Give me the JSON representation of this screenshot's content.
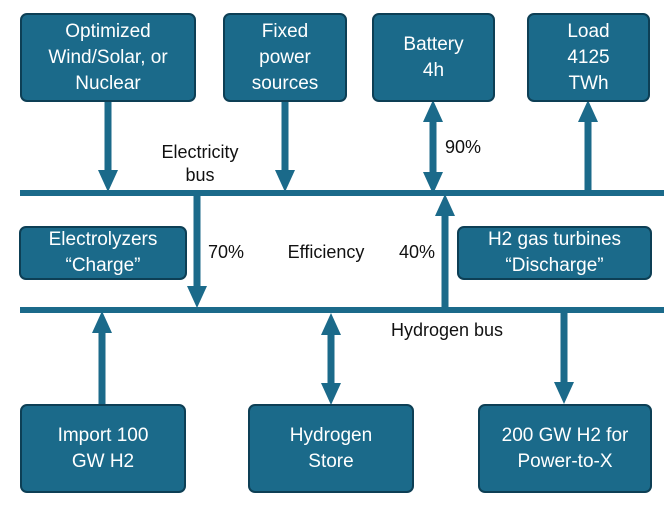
{
  "colors": {
    "box_fill": "#1b6a8a",
    "box_border": "#0d3f55",
    "line": "#1b6a8a",
    "text_dark": "#111111",
    "text_light": "#ffffff"
  },
  "sources": {
    "wind_solar_nuclear": "Optimized\nWind/Solar, or\nNuclear",
    "fixed_power": "Fixed\npower\nsources",
    "battery": "Battery\n4h",
    "load": "Load\n4125\nTWh"
  },
  "converters": {
    "electrolyzers": "Electrolyzers\n“Charge”",
    "gas_turbines": "H2 gas turbines\n“Discharge”"
  },
  "hydrogen_nodes": {
    "import": "Import 100\nGW H2",
    "store": "Hydrogen\nStore",
    "power_to_x": "200 GW H2 for\nPower-to-X"
  },
  "labels": {
    "electricity_bus": "Electricity\nbus",
    "hydrogen_bus": "Hydrogen bus",
    "efficiency": "Efficiency",
    "battery_efficiency": "90%",
    "electrolyzer_efficiency": "70%",
    "turbine_efficiency": "40%"
  }
}
